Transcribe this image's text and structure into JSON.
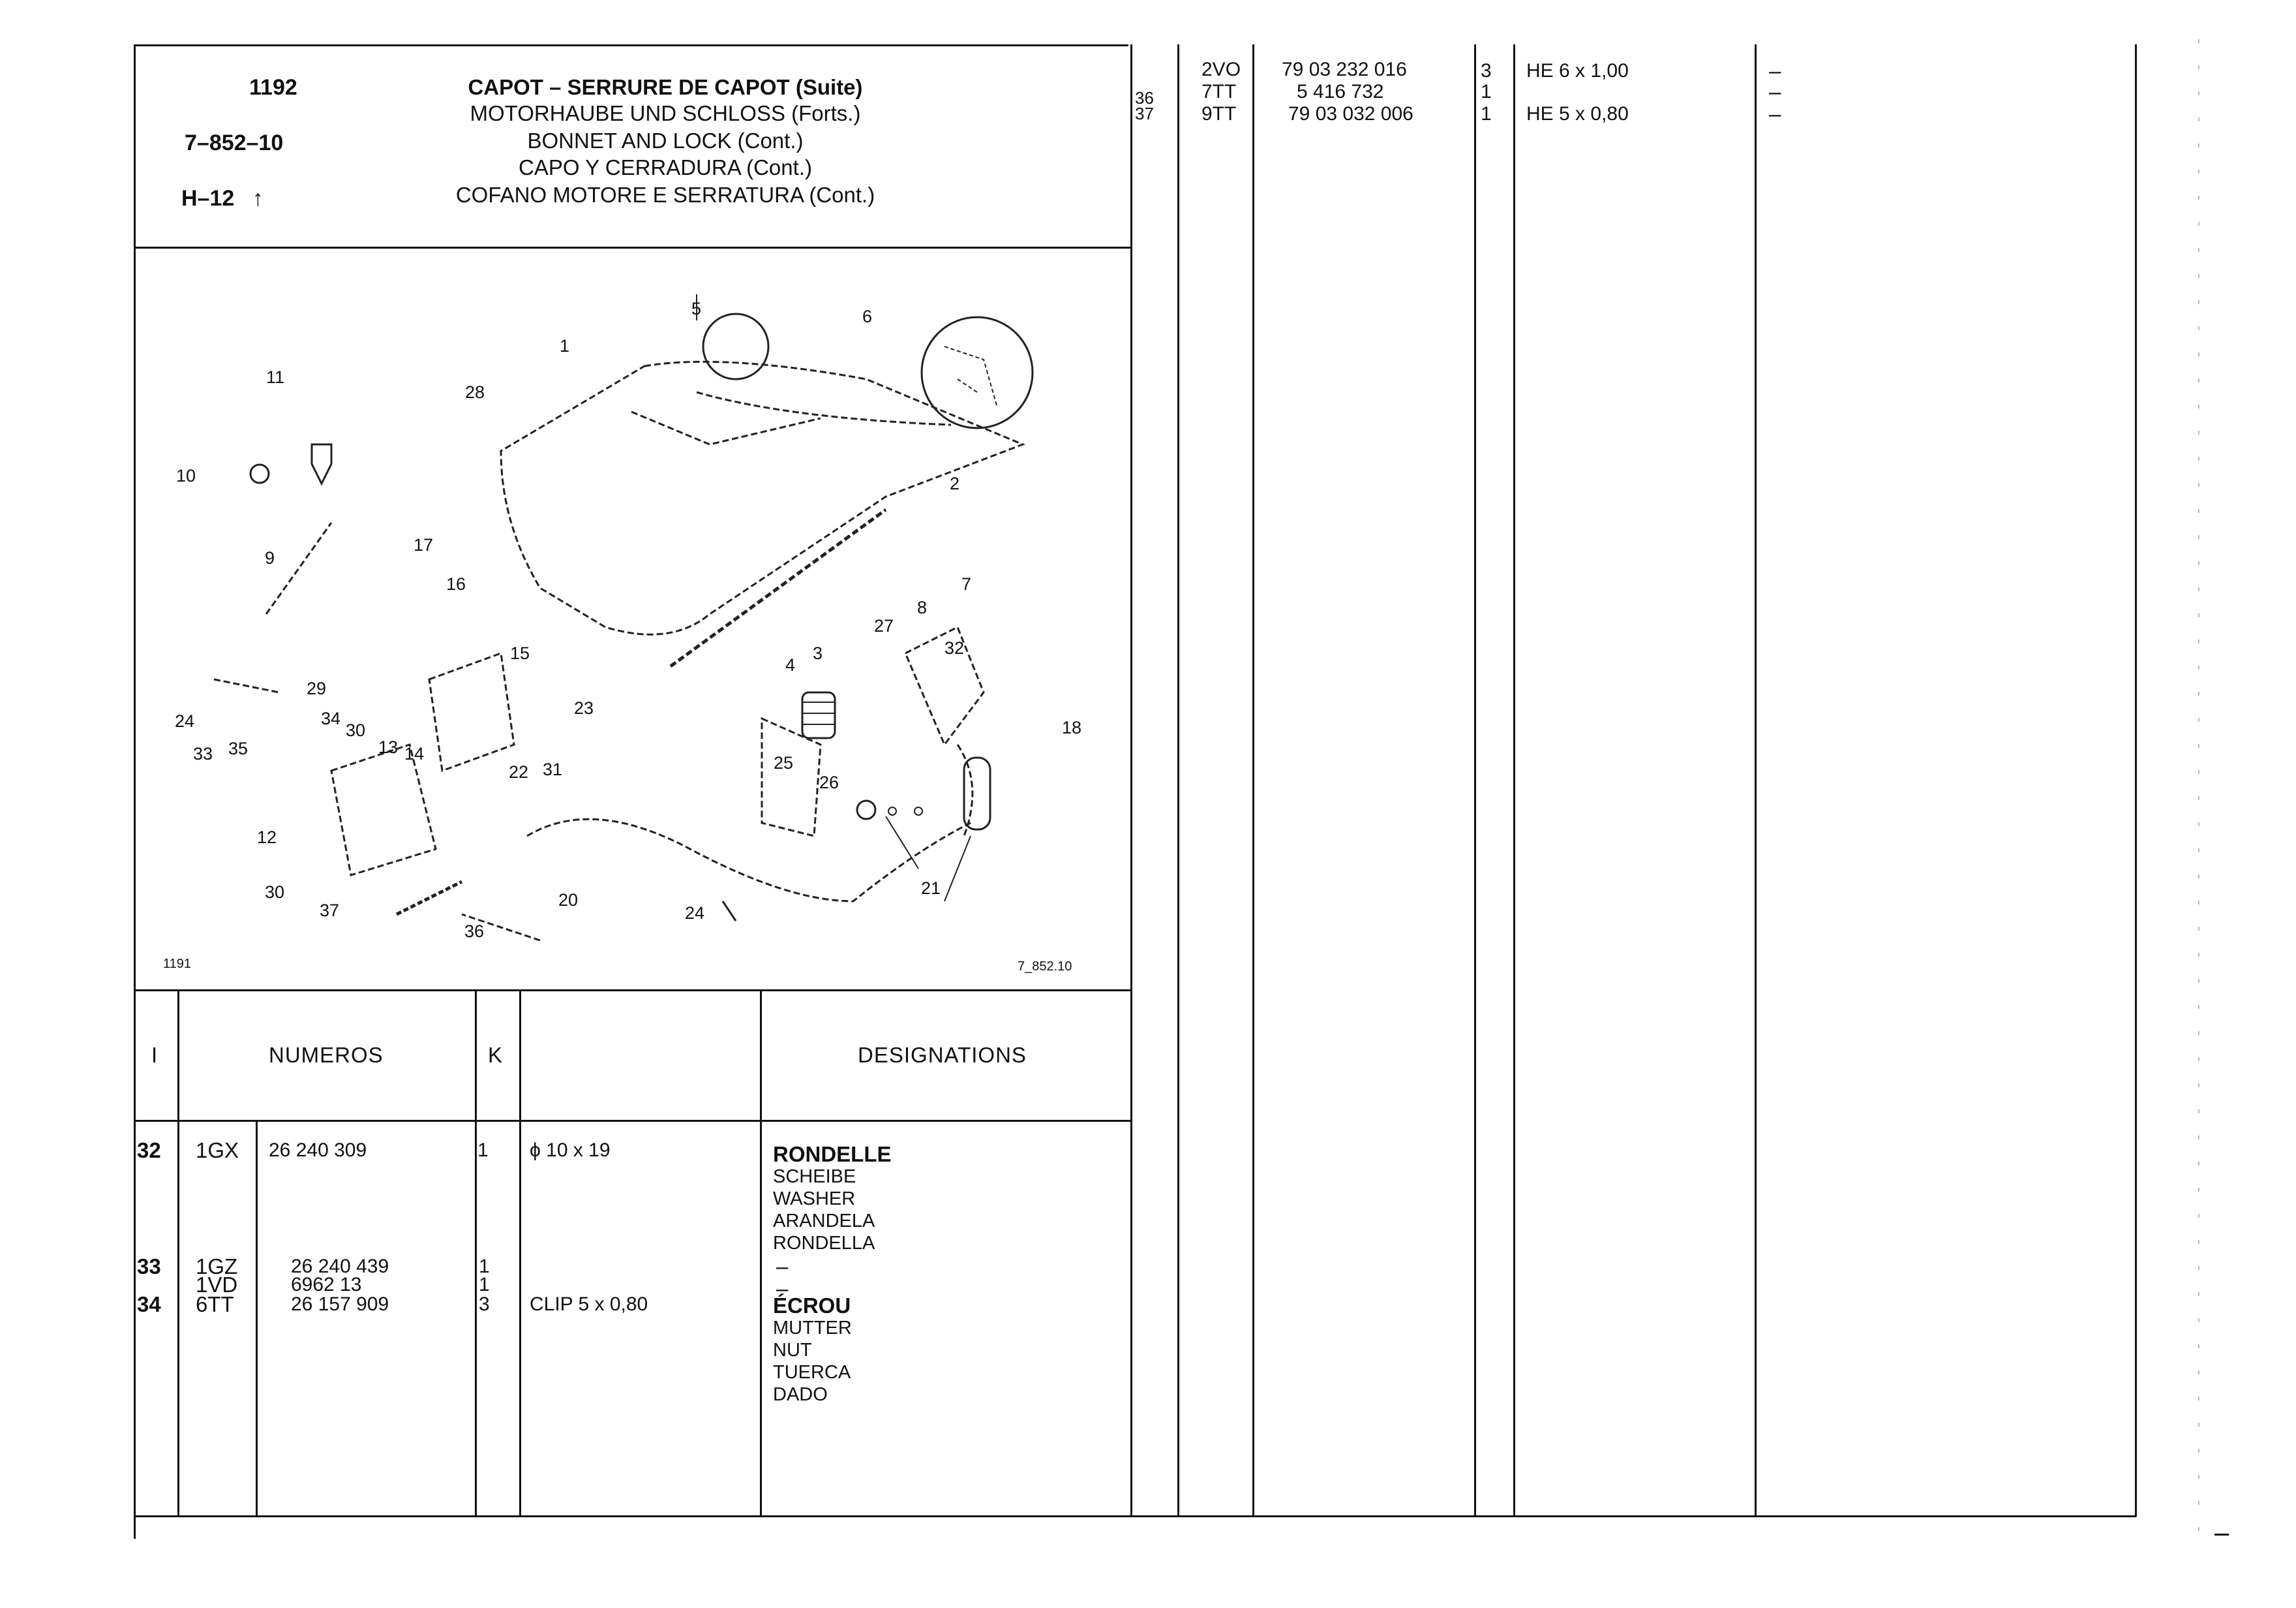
{
  "header": {
    "page_number": "1192",
    "group_code": "7–852–10",
    "grid_ref": "H–12",
    "grid_arrow": "↑",
    "titles": [
      "CAPOT – SERRURE DE CAPOT (Suite)",
      "MOTORHAUBE UND SCHLOSS (Forts.)",
      "BONNET AND LOCK (Cont.)",
      "CAPO Y CERRADURA (Cont.)",
      "COFANO MOTORE E SERRATURA (Cont.)"
    ]
  },
  "figure": {
    "corner_left": "1191",
    "corner_right": "7_852.10",
    "callouts": [
      "1",
      "2",
      "3",
      "4",
      "5",
      "6",
      "7",
      "8",
      "9",
      "10",
      "11",
      "12",
      "13",
      "14",
      "15",
      "16",
      "17",
      "18",
      "20",
      "21",
      "22",
      "23",
      "24",
      "24",
      "25",
      "26",
      "27",
      "28",
      "29",
      "30",
      "30",
      "31",
      "32",
      "33",
      "34",
      "35",
      "36",
      "37"
    ]
  },
  "table": {
    "headers": {
      "index": "I",
      "numbers": "NUMEROS",
      "qty": "K",
      "designations": "DESIGNATIONS"
    },
    "rows": [
      {
        "index": "32",
        "code": "1GX",
        "part": "26 240 309",
        "qty": "1",
        "spec": "ϕ 10 x 19",
        "designation": [
          "RONDELLE",
          "SCHEIBE",
          "WASHER",
          "ARANDELA",
          "RONDELLA"
        ]
      },
      {
        "index": "33",
        "code": "1GZ",
        "part": "26 240 439",
        "qty": "1",
        "spec": "",
        "designation": [
          "–"
        ]
      },
      {
        "index": "",
        "code": "1VD",
        "part": "6962 13",
        "qty": "1",
        "spec": "",
        "designation": [
          "–"
        ]
      },
      {
        "index": "34",
        "code": "6TT",
        "part": "26 157 909",
        "qty": "3",
        "spec": "CLIP 5 x 0,80",
        "designation": [
          "ÉCROU",
          "MUTTER",
          "NUT",
          "TUERCA",
          "DADO"
        ]
      }
    ]
  },
  "right_table": {
    "rows": [
      {
        "index": "36",
        "code": "2VO",
        "part": "79 03 232 016",
        "qty": "3",
        "spec": "HE 6 x 1,00",
        "designation": "–"
      },
      {
        "index": "",
        "code": "7TT",
        "part": "5 416 732",
        "qty": "1",
        "spec": "",
        "designation": "–"
      },
      {
        "index": "37",
        "code": "9TT",
        "part": "79 03 032 006",
        "qty": "1",
        "spec": "HE 5 x 0,80",
        "designation": "–"
      }
    ]
  }
}
